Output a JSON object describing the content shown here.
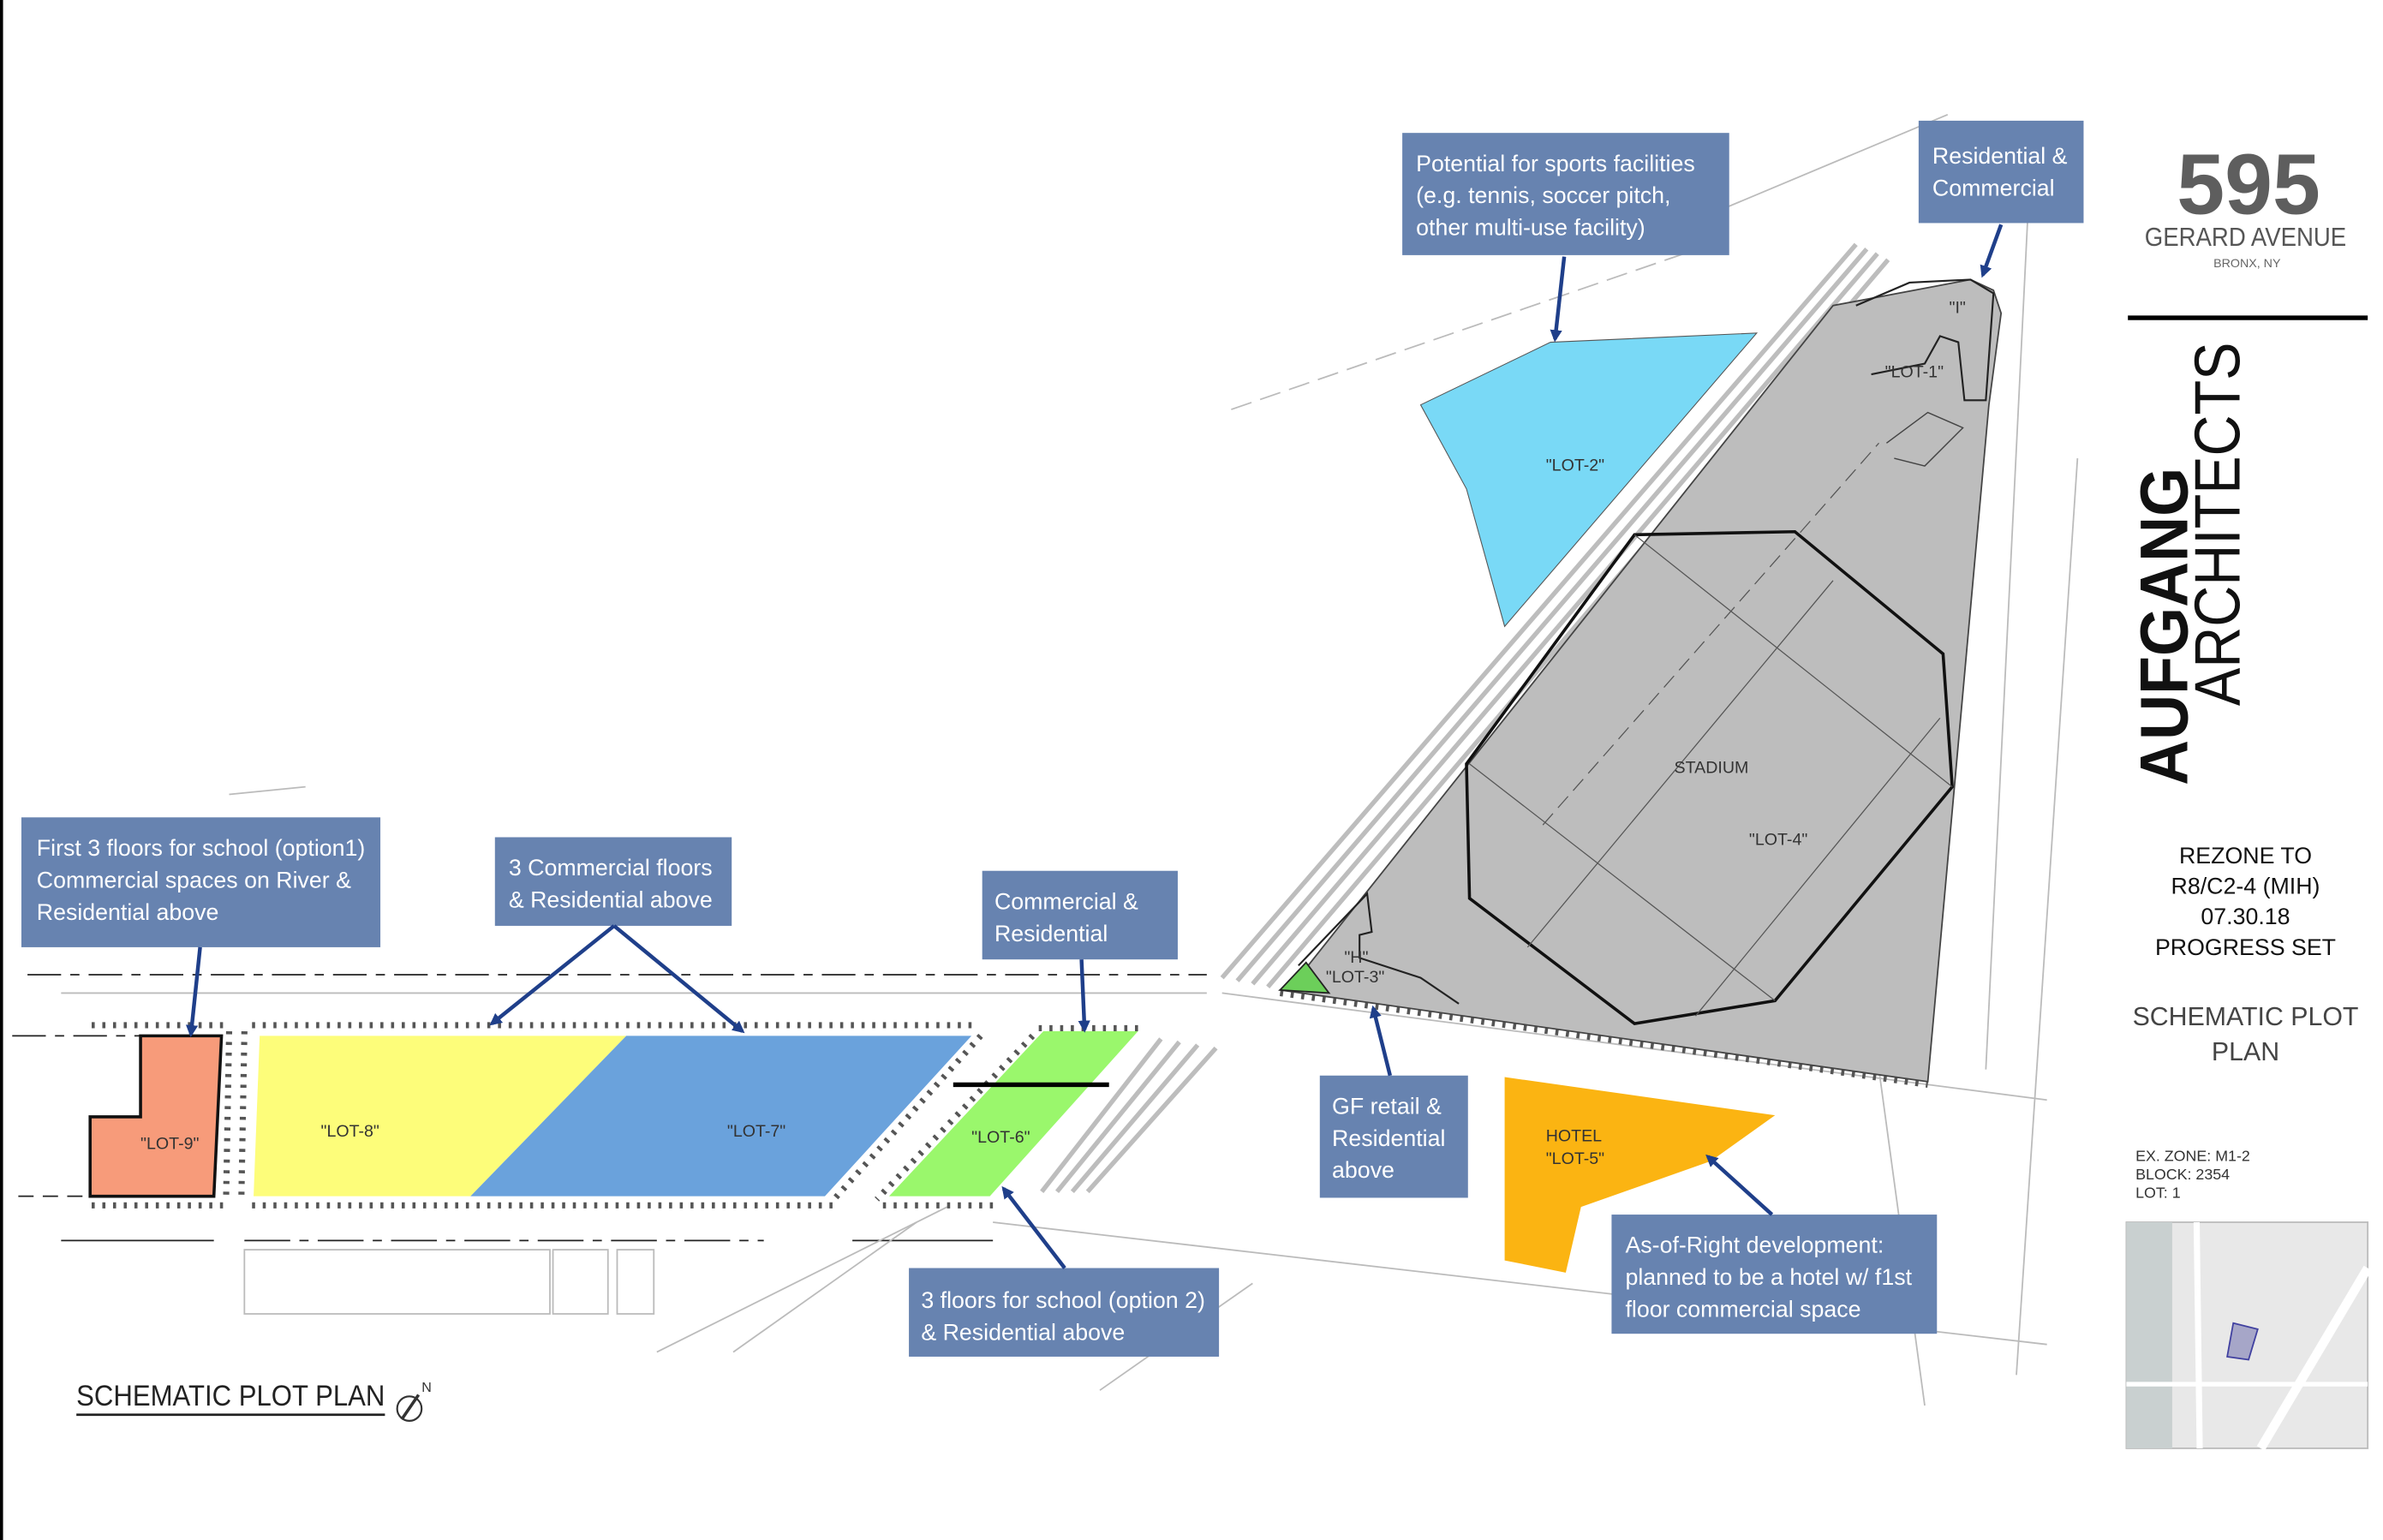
{
  "title_block": {
    "number": "595",
    "street": "GERARD AVENUE",
    "city": "BRONX, NY",
    "firm_bold": "AUFGANG",
    "firm_light": "ARCHITECTS",
    "status_lines": [
      "REZONE TO",
      "R8/C2-4 (MIH)",
      "07.30.18",
      "PROGRESS SET"
    ],
    "sheet_title_lines": [
      "SCHEMATIC PLOT",
      "PLAN"
    ],
    "zoning_lines": [
      "EX. ZONE:  M1-2",
      "BLOCK:  2354",
      "LOT:  1"
    ]
  },
  "drawing_title": "SCHEMATIC PLOT PLAN",
  "north_label": "N",
  "lots": {
    "lot1": "\"LOT-1\"",
    "lot1_sub": "\"I\"",
    "lot2": "\"LOT-2\"",
    "lot3": "\"LOT-3\"",
    "lot3_sub": "\"H\"",
    "lot4": "\"LOT-4\"",
    "stadium": "STADIUM",
    "lot5": "\"LOT-5\"",
    "hotel": "HOTEL",
    "lot6": "\"LOT-6\"",
    "lot7": "\"LOT-7\"",
    "lot8": "\"LOT-8\"",
    "lot9": "\"LOT-9\""
  },
  "callouts": {
    "sports": [
      "Potential for sports facilities",
      "(e.g. tennis, soccer pitch,",
      "other multi-use facility)"
    ],
    "res_com_top": [
      "Residential &",
      "Commercial"
    ],
    "school_opt1": [
      "First 3 floors for school (option1)",
      "Commercial spaces on River &",
      "Residential above"
    ],
    "commercial_floors": [
      "3 Commercial floors",
      "& Residential above"
    ],
    "com_res": [
      "Commercial &",
      "Residential"
    ],
    "gf_retail": [
      "GF retail &",
      "Residential",
      "above"
    ],
    "as_of_right": [
      "As-of-Right development:",
      "planned to be a hotel w/ f1st",
      "floor commercial space"
    ],
    "school_opt2": [
      "3 floors for school (option 2)",
      "& Residential above"
    ]
  },
  "colors": {
    "callout": "#6783b0",
    "arrow": "#1f3f8a",
    "lot9": "#f79b7a",
    "lot8": "#fdfd7a",
    "lot7": "#6aa2dc",
    "lot6": "#9af76c",
    "lot2": "#79d9f6",
    "lot4": "#bdbdbd",
    "lot5": "#fbb412"
  }
}
